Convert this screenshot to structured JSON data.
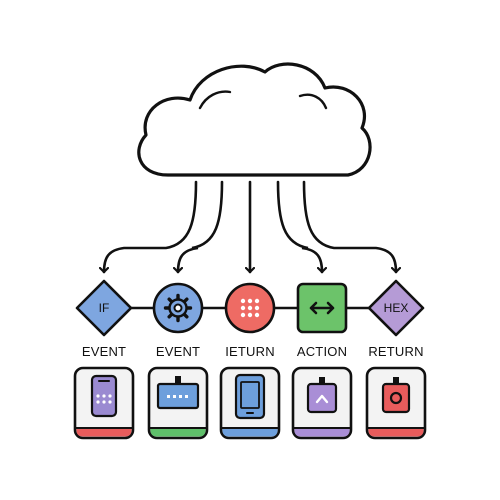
{
  "nodes": [
    {
      "shape": "diamond",
      "symbol": "IF",
      "fill": "#7ea6e0",
      "label": "EVENT"
    },
    {
      "shape": "circle",
      "symbol": "gear-icon",
      "fill": "#7ea6e0",
      "label": "EVENT"
    },
    {
      "shape": "circle",
      "symbol": "keypad-dots-icon",
      "fill": "#ee6b64",
      "label": "IETURN"
    },
    {
      "shape": "square",
      "symbol": "double-arrow-icon",
      "fill": "#6cc36a",
      "label": "ACTION"
    },
    {
      "shape": "diamond",
      "symbol": "HEX",
      "fill": "#b59bd6",
      "label": "RETURN"
    }
  ],
  "devices": [
    {
      "icon": "phone-icon",
      "inner": "#9a8ad1",
      "stripe": "#e85c5c"
    },
    {
      "icon": "keyboard-device-icon",
      "inner": "#6d9fdc",
      "stripe": "#5fbf6a"
    },
    {
      "icon": "tablet-icon",
      "inner": "#6d9fdc",
      "stripe": "#6d9fdc"
    },
    {
      "icon": "chevron-up-device-icon",
      "inner": "#a98ed6",
      "stripe": "#a98ed6"
    },
    {
      "icon": "record-device-icon",
      "inner": "#e85c5c",
      "stripe": "#e85c5c"
    }
  ],
  "colors": {
    "stroke": "#111111",
    "device_panel": "#f3f3f3"
  }
}
